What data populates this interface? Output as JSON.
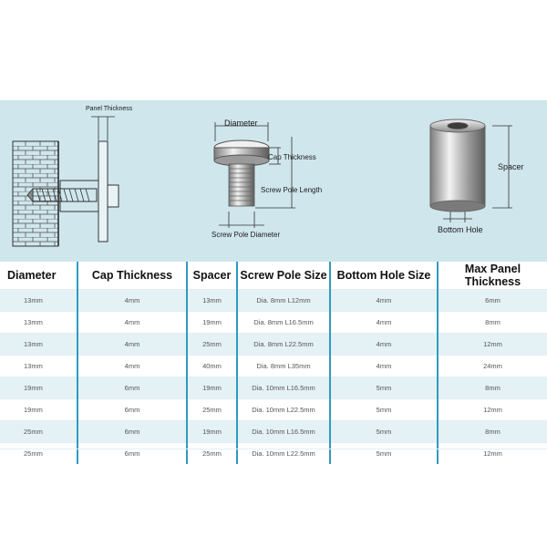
{
  "diagram": {
    "panel_thickness_label": "Panel Thickness",
    "diameter_label": "Diameter",
    "cap_thickness_label": "Cap Thickness",
    "screw_pole_length_label": "Screw Pole Length",
    "screw_pole_diameter_label": "Screw Pole Diameter",
    "spacer_label": "Spacer",
    "bottom_hole_label": "Bottom Hole"
  },
  "table": {
    "headers": [
      "Diameter",
      "Cap Thickness",
      "Spacer",
      "Screw Pole Size",
      "Bottom Hole Size",
      "Max Panel Thickness"
    ],
    "rows": [
      [
        "13mm",
        "4mm",
        "13mm",
        "Dia. 8mm L12mm",
        "4mm",
        "6mm"
      ],
      [
        "13mm",
        "4mm",
        "19mm",
        "Dia. 8mm L16.5mm",
        "4mm",
        "8mm"
      ],
      [
        "13mm",
        "4mm",
        "25mm",
        "Dia. 8mm L22.5mm",
        "4mm",
        "12mm"
      ],
      [
        "13mm",
        "4mm",
        "40mm",
        "Dia. 8mm L35mm",
        "4mm",
        "24mm"
      ],
      [
        "19mm",
        "6mm",
        "19mm",
        "Dia. 10mm L16.5mm",
        "5mm",
        "8mm"
      ],
      [
        "19mm",
        "6mm",
        "25mm",
        "Dia. 10mm L22.5mm",
        "5mm",
        "12mm"
      ],
      [
        "25mm",
        "6mm",
        "19mm",
        "Dia. 10mm L16.5mm",
        "5mm",
        "8mm"
      ],
      [
        "25mm",
        "6mm",
        "25mm",
        "Dia. 10mm L22.5mm",
        "5mm",
        "12mm"
      ]
    ]
  },
  "colors": {
    "band_background": "#cfe6ec",
    "divider_accent": "#2f9bbf",
    "row_shade": "#e4f1f5"
  }
}
